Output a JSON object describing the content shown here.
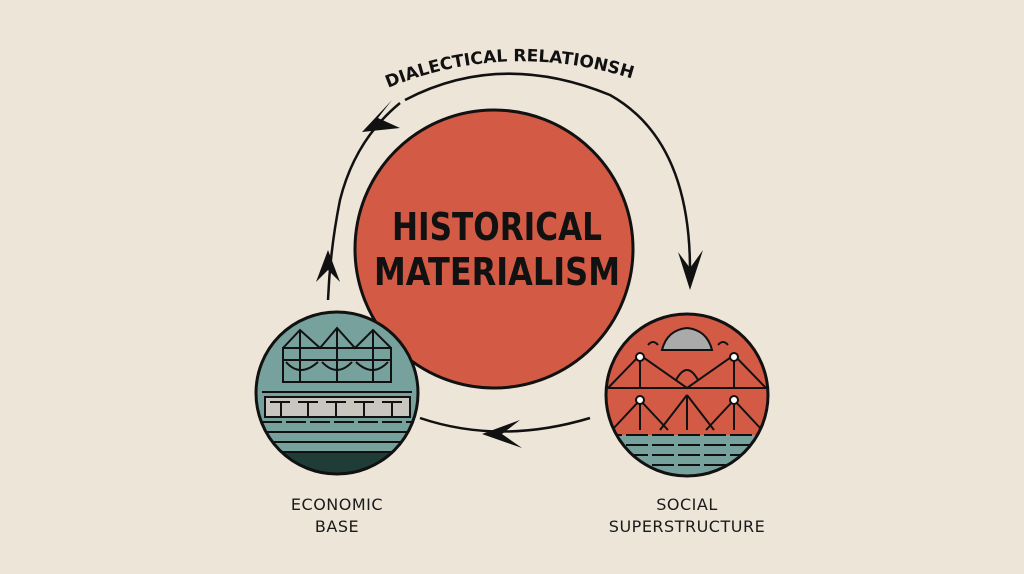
{
  "center": {
    "line1": "HISTORICAL",
    "line2": "MATERIALISM"
  },
  "cycle_label": "DIALECTICAL RELATIONSHIP",
  "left_node": {
    "line1": "ECONOMIC",
    "line2": "BASE"
  },
  "right_node": {
    "line1": "SOCIAL",
    "line2": "SUPERSTRUCTURE"
  },
  "colors": {
    "background": "#ede5d8",
    "accent_red": "#d35a44",
    "teal": "#76a19c",
    "dark_teal": "#1f3d36"
  }
}
